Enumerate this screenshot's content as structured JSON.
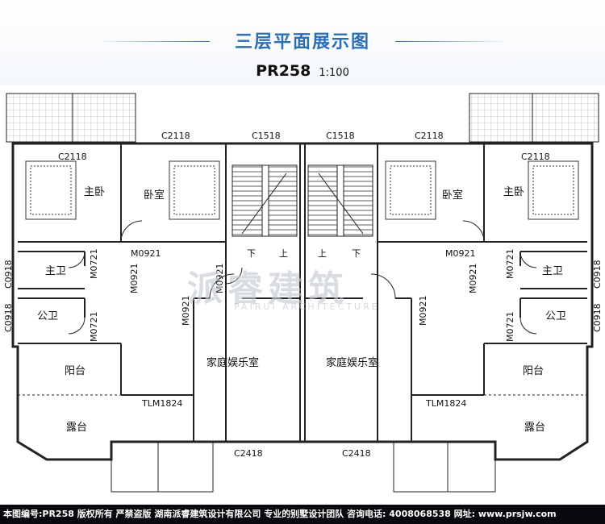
{
  "header": {
    "title": "三层平面展示图",
    "code": "PR258",
    "scale": "1:100"
  },
  "watermark": {
    "text": "派睿建筑",
    "sub": "PAIRUI ARCHITECTURE"
  },
  "colors": {
    "accent": "#2d6fb3",
    "wall": "#222222",
    "footer_bg": "#07090d"
  },
  "windows": {
    "top_left_c2118": "C2118",
    "top_left_c1518": "C1518",
    "top_right_c1518": "C1518",
    "top_right_c2118": "C2118",
    "left_master_c2118": "C2118",
    "right_master_c2118": "C2118",
    "left_c0918_a": "C0918",
    "left_c0918_b": "C0918",
    "right_c0918_a": "C0918",
    "right_c0918_b": "C0918",
    "left_c2418": "C2418",
    "right_c2418": "C2418",
    "left_tlm": "TLM1824",
    "right_tlm": "TLM1824"
  },
  "doors": {
    "left_m0921_bed": "M0921",
    "left_m0921_v1": "M0921",
    "left_m0921_v2": "M0921",
    "left_m0921_v3": "M0921",
    "left_m0721_a": "M0721",
    "left_m0721_b": "M0721",
    "right_m0921_bed": "M0921",
    "right_m0921_v1": "M0921",
    "right_m0921_v2": "M0921",
    "right_m0721_a": "M0721",
    "right_m0721_b": "M0721"
  },
  "rooms": {
    "left_master": "主卧",
    "left_bedroom": "卧室",
    "left_master_bath": "主卫",
    "left_public_bath": "公卫",
    "left_balcony": "阳台",
    "left_terrace": "露台",
    "left_family_room": "家庭娱乐室",
    "right_master": "主卧",
    "right_bedroom": "卧室",
    "right_master_bath": "主卫",
    "right_public_bath": "公卫",
    "right_balcony": "阳台",
    "right_terrace": "露台",
    "right_family_room": "家庭娱乐室"
  },
  "stairs": {
    "left_down": "下",
    "left_up": "上",
    "right_up": "上",
    "right_down": "下"
  },
  "footer": {
    "text": "本图编号:PR258 版权所有 严禁盗版 湖南派睿建筑设计有限公司 专业的别墅设计团队 咨询电话: 4008068538 网址: www.prsjw.com"
  }
}
